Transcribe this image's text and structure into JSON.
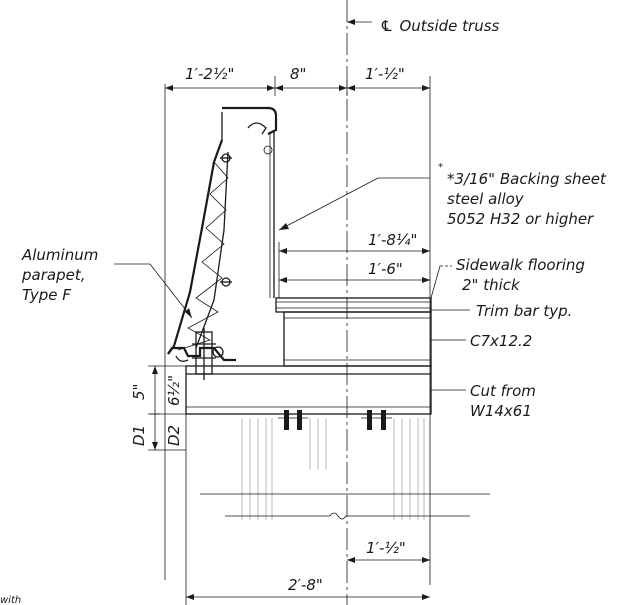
{
  "centerline": {
    "symbol": "℄",
    "label": "Outside truss"
  },
  "dimensions": {
    "top_left": "1′-2½\"",
    "top_mid": "8\"",
    "top_right": "1′-½\"",
    "backing_width": "1′-8¼\"",
    "flooring_width": "1′-6\"",
    "bottom_right": "1′-½\"",
    "overall": "2′-8\"",
    "depth_a": "5\"",
    "depth_b": "6½\"",
    "d1": "D1",
    "d2": "D2"
  },
  "notes": {
    "backing_line1": "*3/16\" Backing sheet",
    "backing_line2": "steel alloy",
    "backing_line3": "5052 H32 or higher",
    "parapet_line1": "Aluminum",
    "parapet_line2": "parapet,",
    "parapet_line3": "Type F",
    "flooring_line1": "Sidewalk flooring",
    "flooring_line2": "2\" thick",
    "trim": "Trim bar typ.",
    "channel": "C7x12.2",
    "cut_line1": "Cut from",
    "cut_line2": "W14x61"
  },
  "fragment": "with"
}
